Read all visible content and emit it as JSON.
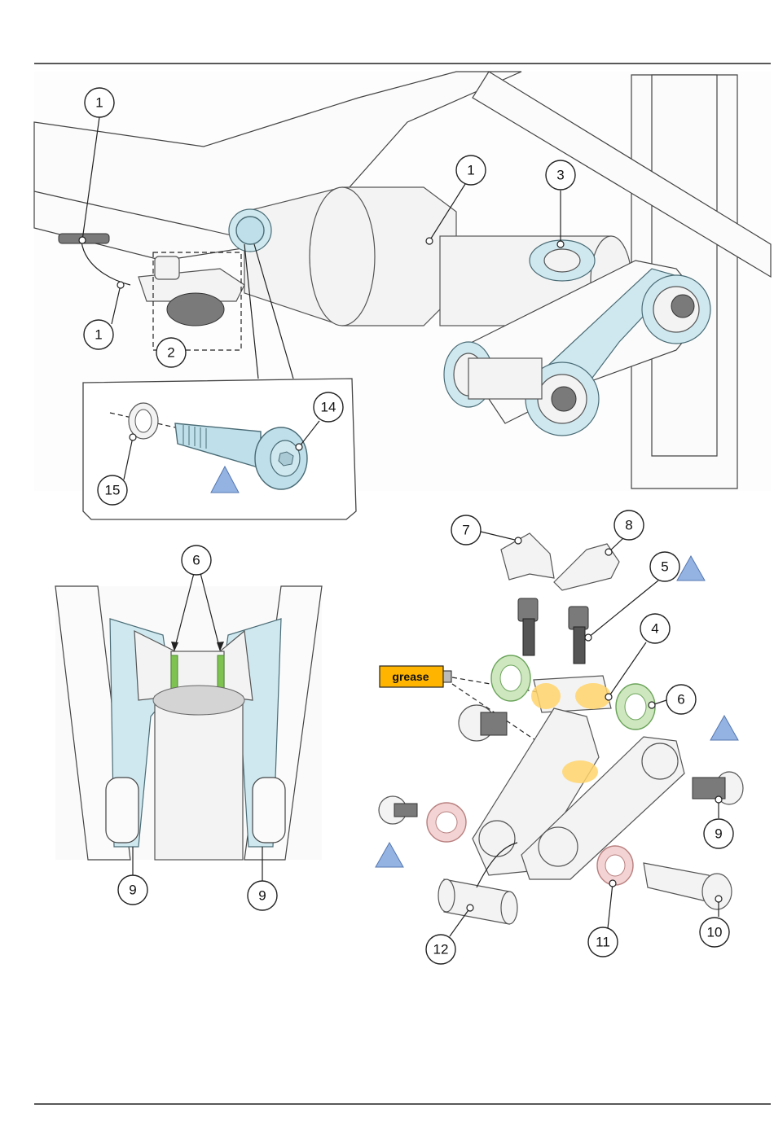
{
  "callouts": {
    "c1a": "1",
    "c1b": "1",
    "c1c": "1",
    "c2": "2",
    "c3": "3",
    "c14": "14",
    "c15": "15",
    "c6top": "6",
    "c7": "7",
    "c8": "8",
    "c5": "5",
    "c4": "4",
    "c6right": "6",
    "c9left": "9",
    "c9mid": "9",
    "c9right": "9",
    "c10": "10",
    "c11": "11",
    "c12": "12"
  },
  "grease_label": "grease",
  "colors": {
    "accent_blue": "#cfe8ef",
    "spacer_green": "#cfe7bf",
    "washer_pink": "#f3d3d3",
    "grease_yellow": "#ffd46b",
    "warning_triangle": "#94b3e3"
  }
}
